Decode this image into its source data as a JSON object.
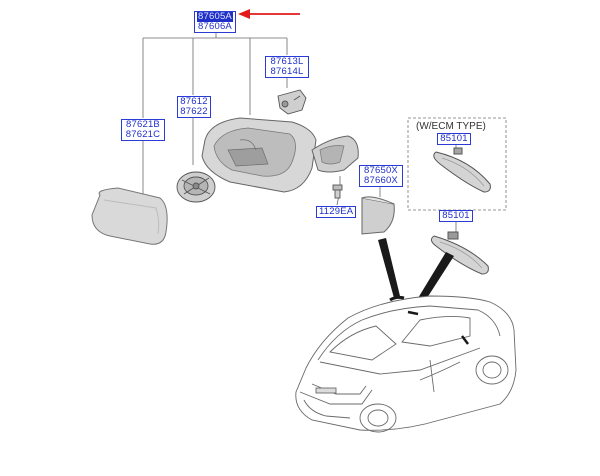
{
  "colors": {
    "callout": "#1f2fc8",
    "highlight_arrow": "#e11b1b",
    "line": "#555555"
  },
  "labels": {
    "main_mirror": [
      "87605A",
      "87606A"
    ],
    "mirror_glass": [
      "87621B",
      "87621C"
    ],
    "actuator": [
      "87612",
      "87622"
    ],
    "bracket": [
      "87613L",
      "87614L"
    ],
    "cover": [
      "87650X",
      "87660X"
    ],
    "screw": [
      "1129EA"
    ],
    "inside_mirror_ecm": [
      "85101"
    ],
    "inside_mirror": [
      "85101"
    ]
  },
  "ecm_note": "(W/ECM TYPE)"
}
